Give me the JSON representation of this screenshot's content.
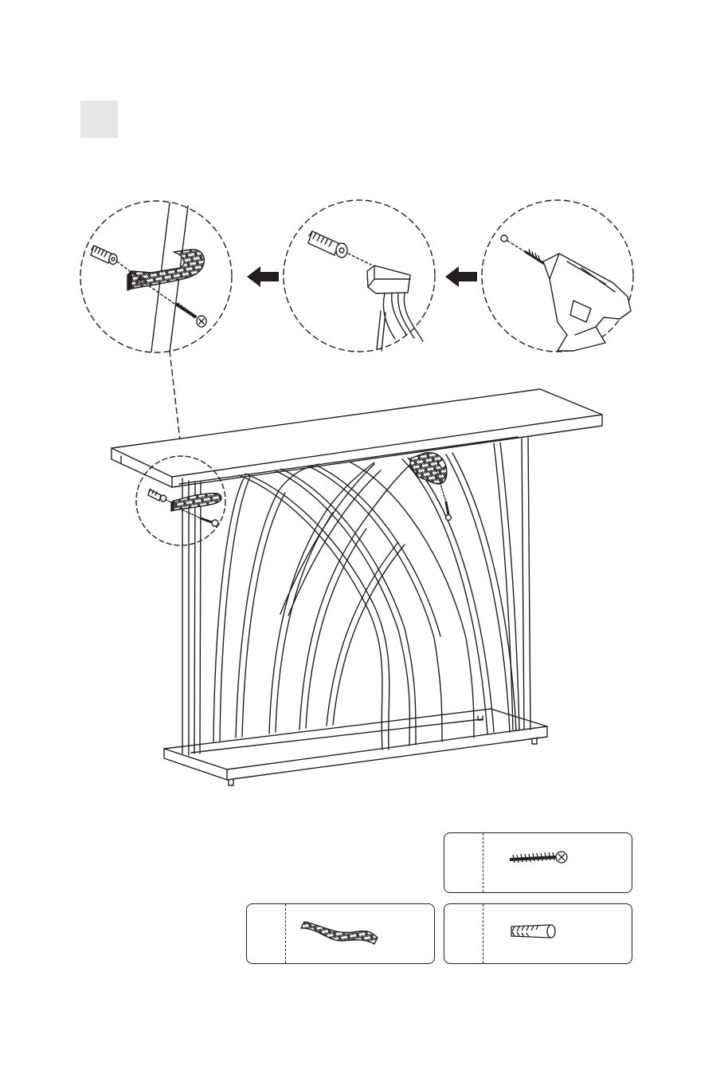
{
  "page": {
    "step_marker": "",
    "background_color": "#ffffff",
    "line_color": "#231f20",
    "step_marker_color": "#e6e6e6"
  },
  "detail_sequence": [
    {
      "name": "wall-anchor-and-strap-detail"
    },
    {
      "name": "hammer-anchor-detail"
    },
    {
      "name": "drill-hole-detail"
    }
  ],
  "parts": [
    {
      "name": "screw",
      "label": ""
    },
    {
      "name": "strap",
      "label": ""
    },
    {
      "name": "wall-anchor",
      "label": ""
    }
  ]
}
